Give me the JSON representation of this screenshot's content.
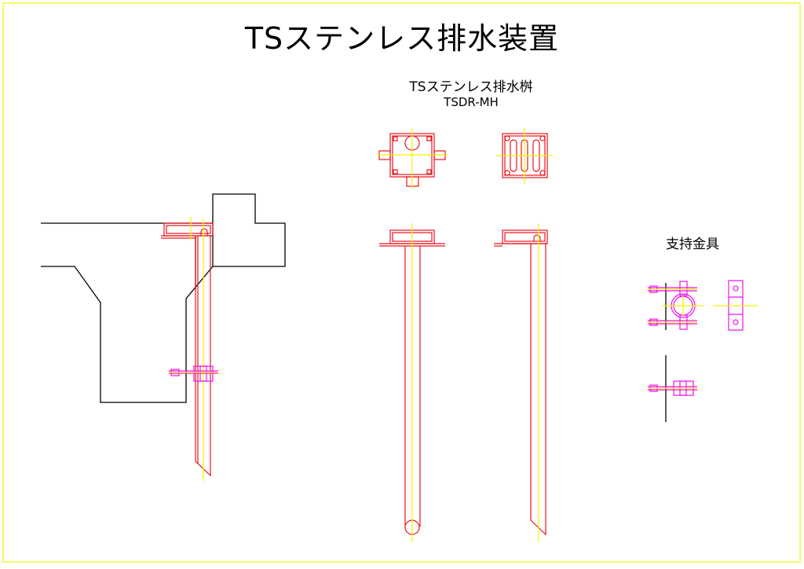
{
  "title": "TSステンレス排水装置",
  "main_section": {
    "title": "TSステンレス排水桝",
    "model": "TSDR-MH"
  },
  "support_section": {
    "title": "支持金具"
  },
  "colors": {
    "outline": "#000000",
    "drain": "#e8141e",
    "centerline": "#f2f200",
    "bracket": "#ee10ee",
    "border": "#f2f200"
  }
}
